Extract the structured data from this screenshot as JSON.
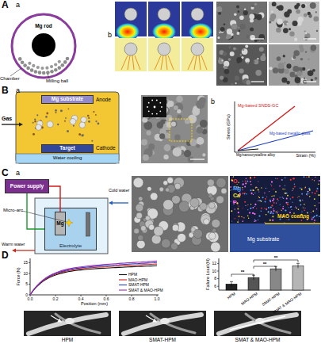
{
  "diagram": {
    "nodes": [
      {
        "text": [
          "Mg rod"
        ]
      },
      {
        "text": [
          "Mg substrate"
        ]
      },
      {
        "text": [
          "Target"
        ]
      },
      {
        "text": [
          "Power supply"
        ]
      },
      {
        "text": [
          "Electrolyte"
        ]
      },
      {
        "text": [
          "Mg"
        ],
        "in": 4
      }
    ],
    "edges": [
      {
        "from": 3,
        "to": 5,
        "arrow": "none"
      },
      {
        "from": 3,
        "to": 4,
        "arrow": "none"
      }
    ],
    "labels": [
      "A",
      "a",
      "Chamber",
      "Milling ball",
      "b",
      "B",
      "a",
      "Gas",
      "Anode",
      "Cathode",
      "Water cooling",
      "b",
      "Stress (GPa)",
      "Strain (%)",
      "Mg-based SNDS-GC",
      "Mg-based metallic glass",
      "Mg/nanocrystalline alloy",
      "C",
      "a",
      "Micro-arc",
      "Cold water",
      "Warm water",
      "O",
      "Mg",
      "Ca",
      "P",
      "MAO coating",
      "Mg substrate",
      "D",
      "Force (N)",
      "Position (mm)",
      "0",
      "5",
      "10",
      "15",
      "0.0",
      "0.2",
      "0.4",
      "0.6",
      "0.8",
      "1.0",
      "Failure Load (N)",
      "6",
      "8",
      "10",
      "12",
      "HPM",
      "MAO-HPM",
      "SMAT-HPM",
      "SMAT & MAO-HPM",
      "**",
      "**",
      "**",
      "HPM",
      "SMAT-HPM",
      "SMAT & MAO-HPM"
    ],
    "legend": [
      {
        "text": "HPM"
      },
      {
        "text": "MAO-HPM"
      },
      {
        "text": "SMAT-HPM"
      },
      {
        "text": "SMAT & MAO-HPM"
      }
    ]
  }
}
